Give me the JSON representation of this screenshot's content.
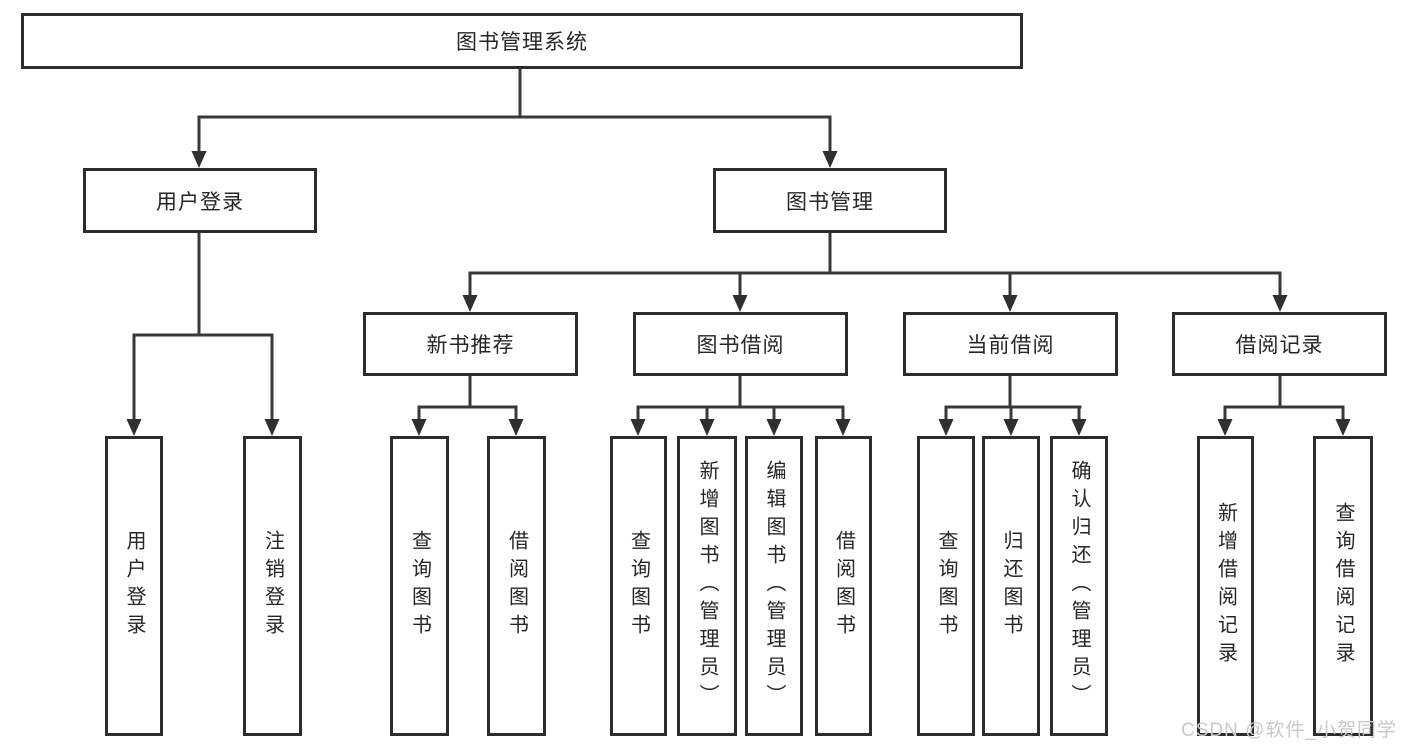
{
  "diagram": {
    "title": "图书管理系统",
    "branches": [
      {
        "label": "用户登录",
        "children": [
          "用户登录",
          "注销登录"
        ]
      },
      {
        "label": "图书管理",
        "sections": [
          {
            "label": "新书推荐",
            "children": [
              "查询图书",
              "借阅图书"
            ]
          },
          {
            "label": "图书借阅",
            "children": [
              "查询图书",
              "新增图书（管理员）",
              "编辑图书（管理员）",
              "借阅图书"
            ]
          },
          {
            "label": "当前借阅",
            "children": [
              "查询图书",
              "归还图书",
              "确认归还（管理员）"
            ]
          },
          {
            "label": "借阅记录",
            "children": [
              "新增借阅记录",
              "查询借阅记录"
            ]
          }
        ]
      }
    ]
  },
  "watermark": {
    "text": "CSDN @软件_小贺同学"
  },
  "colors": {
    "line": "#383838",
    "box_border": "#2d2d2d",
    "text": "#262626",
    "watermark_text": "#c9c9c9",
    "background": "#ffffff"
  }
}
